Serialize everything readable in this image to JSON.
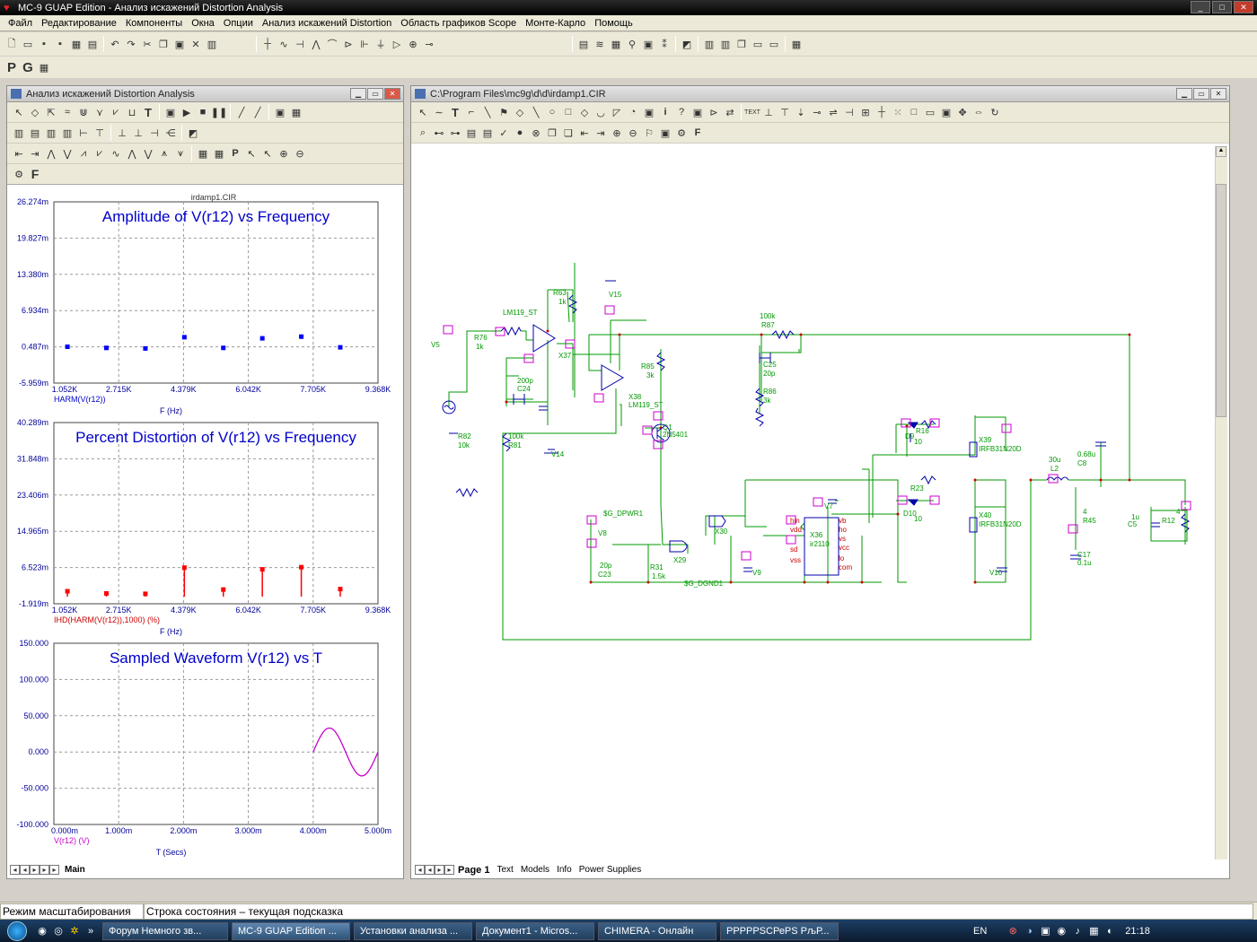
{
  "window": {
    "title": "MC-9 GUAP Edition - Анализ искажений Distortion Analysis",
    "minimize": "_",
    "maximize": "□",
    "close": "✕"
  },
  "menu": [
    "Файл",
    "Редактирование",
    "Компоненты",
    "Окна",
    "Опции",
    "Анализ искажений Distortion",
    "Область графиков Scope",
    "Монте-Карло",
    "Помощь"
  ],
  "pg_toolbar": {
    "p": "P",
    "g": "G"
  },
  "analysis_window": {
    "title": "Анализ искажений Distortion Analysis",
    "f_label": "F",
    "circuit_name": "irdamp1.CIR",
    "plots": [
      {
        "title": "Amplitude of V(r12) vs Frequency",
        "y_ticks": [
          "26.274m",
          "19.827m",
          "13.380m",
          "6.934m",
          "0.487m",
          "-5.959m"
        ],
        "x_ticks": [
          "1.052K",
          "2.715K",
          "4.379K",
          "6.042K",
          "7.705K",
          "9.368K"
        ],
        "expr": "HARM(V(r12))",
        "xlabel": "F (Hz)"
      },
      {
        "title": "Percent Distortion of V(r12) vs Frequency",
        "y_ticks": [
          "40.289m",
          "31.848m",
          "23.406m",
          "14.965m",
          "6.523m",
          "-1.919m"
        ],
        "x_ticks": [
          "1.052K",
          "2.715K",
          "4.379K",
          "6.042K",
          "7.705K",
          "9.368K"
        ],
        "expr": "IHD(HARM(V(r12)),1000) (%)",
        "xlabel": "F (Hz)"
      },
      {
        "title": "Sampled Waveform  V(r12) vs T",
        "y_ticks": [
          "150.000",
          "100.000",
          "50.000",
          "0.000",
          "-50.000",
          "-100.000"
        ],
        "x_ticks": [
          "0.000m",
          "1.000m",
          "2.000m",
          "3.000m",
          "4.000m",
          "5.000m"
        ],
        "expr": "V(r12) (V)",
        "xlabel": "T (Secs)"
      }
    ],
    "tab": "Main"
  },
  "chart_data": [
    {
      "type": "scatter",
      "title": "Amplitude of V(r12) vs Frequency",
      "xlabel": "F (Hz)",
      "ylabel": "HARM(V(r12))",
      "xlim": [
        1052,
        9368
      ],
      "ylim": [
        -5.959,
        26.274
      ],
      "x": [
        1400,
        2400,
        3400,
        4400,
        5400,
        6400,
        7400,
        8400
      ],
      "y": [
        0.5,
        0.3,
        0.2,
        2.2,
        0.3,
        2.0,
        2.3,
        0.4
      ],
      "color": "#0000ff"
    },
    {
      "type": "bar",
      "title": "Percent Distortion of V(r12) vs Frequency",
      "xlabel": "F (Hz)",
      "ylabel": "IHD(HARM(V(r12)),1000) (%)",
      "xlim": [
        1052,
        9368
      ],
      "ylim": [
        -1.919,
        40.289
      ],
      "x": [
        1400,
        2400,
        3400,
        4400,
        5400,
        6400,
        7400,
        8400
      ],
      "y": [
        1.0,
        0.5,
        0.4,
        6.5,
        1.4,
        6.1,
        6.6,
        1.5
      ],
      "color": "#ff0000"
    },
    {
      "type": "line",
      "title": "Sampled Waveform  V(r12) vs T",
      "xlabel": "T (Secs)",
      "ylabel": "V(r12) (V)",
      "xlim": [
        0,
        5
      ],
      "ylim": [
        -100,
        150
      ],
      "amplitude": 33,
      "t_start": 4.0,
      "t_end": 5.0,
      "color": "#cc00cc"
    }
  ],
  "schematic_window": {
    "title": "C:\\Program Files\\mc9g\\d\\d\\irdamp1.CIR",
    "tabs": [
      "Page 1",
      "Text",
      "Models",
      "Info",
      "Power Supplies"
    ],
    "labels": {
      "v15": "V15",
      "r63": "R63",
      "r63v": "1k",
      "lm119a": "LM119_ST",
      "r76": "R76",
      "r76v": "1k",
      "v5": "V5",
      "x37": "X37",
      "c24v": "200p",
      "c24": "C24",
      "x38": "X38",
      "lm119b": "LM119_ST",
      "r85": "R85",
      "r85v": "3k",
      "r87v": "100k",
      "r87": "R87",
      "c25": "C25",
      "c25v": "20p",
      "r86": "R86",
      "r86v": "3k",
      "r82": "R82",
      "r82v": "10k",
      "r81v": "100k",
      "r81": "R81",
      "v14": "V14",
      "q1": "Q1",
      "q1v": "2N5401",
      "d9": "D9",
      "d9v": "10",
      "r16": "R16",
      "x39": "X39",
      "irfb1": "IRFB31N20D",
      "l2v": "30u",
      "l2": "L2",
      "c8v": "0.68u",
      "c8": "C8",
      "sgdpwr": "$G_DPWR1",
      "v8": "V8",
      "x30": "X30",
      "r23": "R23",
      "d10": "D10",
      "d10v": "10",
      "x40": "X40",
      "irfb2": "IRFB31N20D",
      "x36": "X36",
      "ir2110": "ir2110",
      "v7": "V7",
      "vb": "vb",
      "ho": "ho",
      "vs": "vs",
      "vcc": "vcc",
      "lo": "lo",
      "com": "com",
      "hin": "hin",
      "vdd": "vdd",
      "sd": "sd",
      "vss": "vss",
      "c23v": "20p",
      "c23": "C23",
      "r31": "R31",
      "r31v": "1.5k",
      "x29": "X29",
      "v9": "V9",
      "sgdgnd": "$G_DGND1",
      "v10": "V10",
      "r45v": "4",
      "r45": "R45",
      "c17": "C17",
      "c17v": "0.1u",
      "c5v": "1u",
      "c5": "C5",
      "r12": "R12",
      "r12v": "4"
    }
  },
  "status": {
    "mode": "Режим масштабирования",
    "hint": "Строка состояния – текущая подсказка"
  },
  "taskbar": {
    "items": [
      "Форум Немного зв...",
      "MC-9 GUAP Edition ...",
      "Установки анализа ...",
      "Документ1 - Micros...",
      "CHIMERA - Онлайн",
      "РРРРРSCРеРS РљР..."
    ],
    "lang": "EN",
    "clock": "21:18"
  }
}
